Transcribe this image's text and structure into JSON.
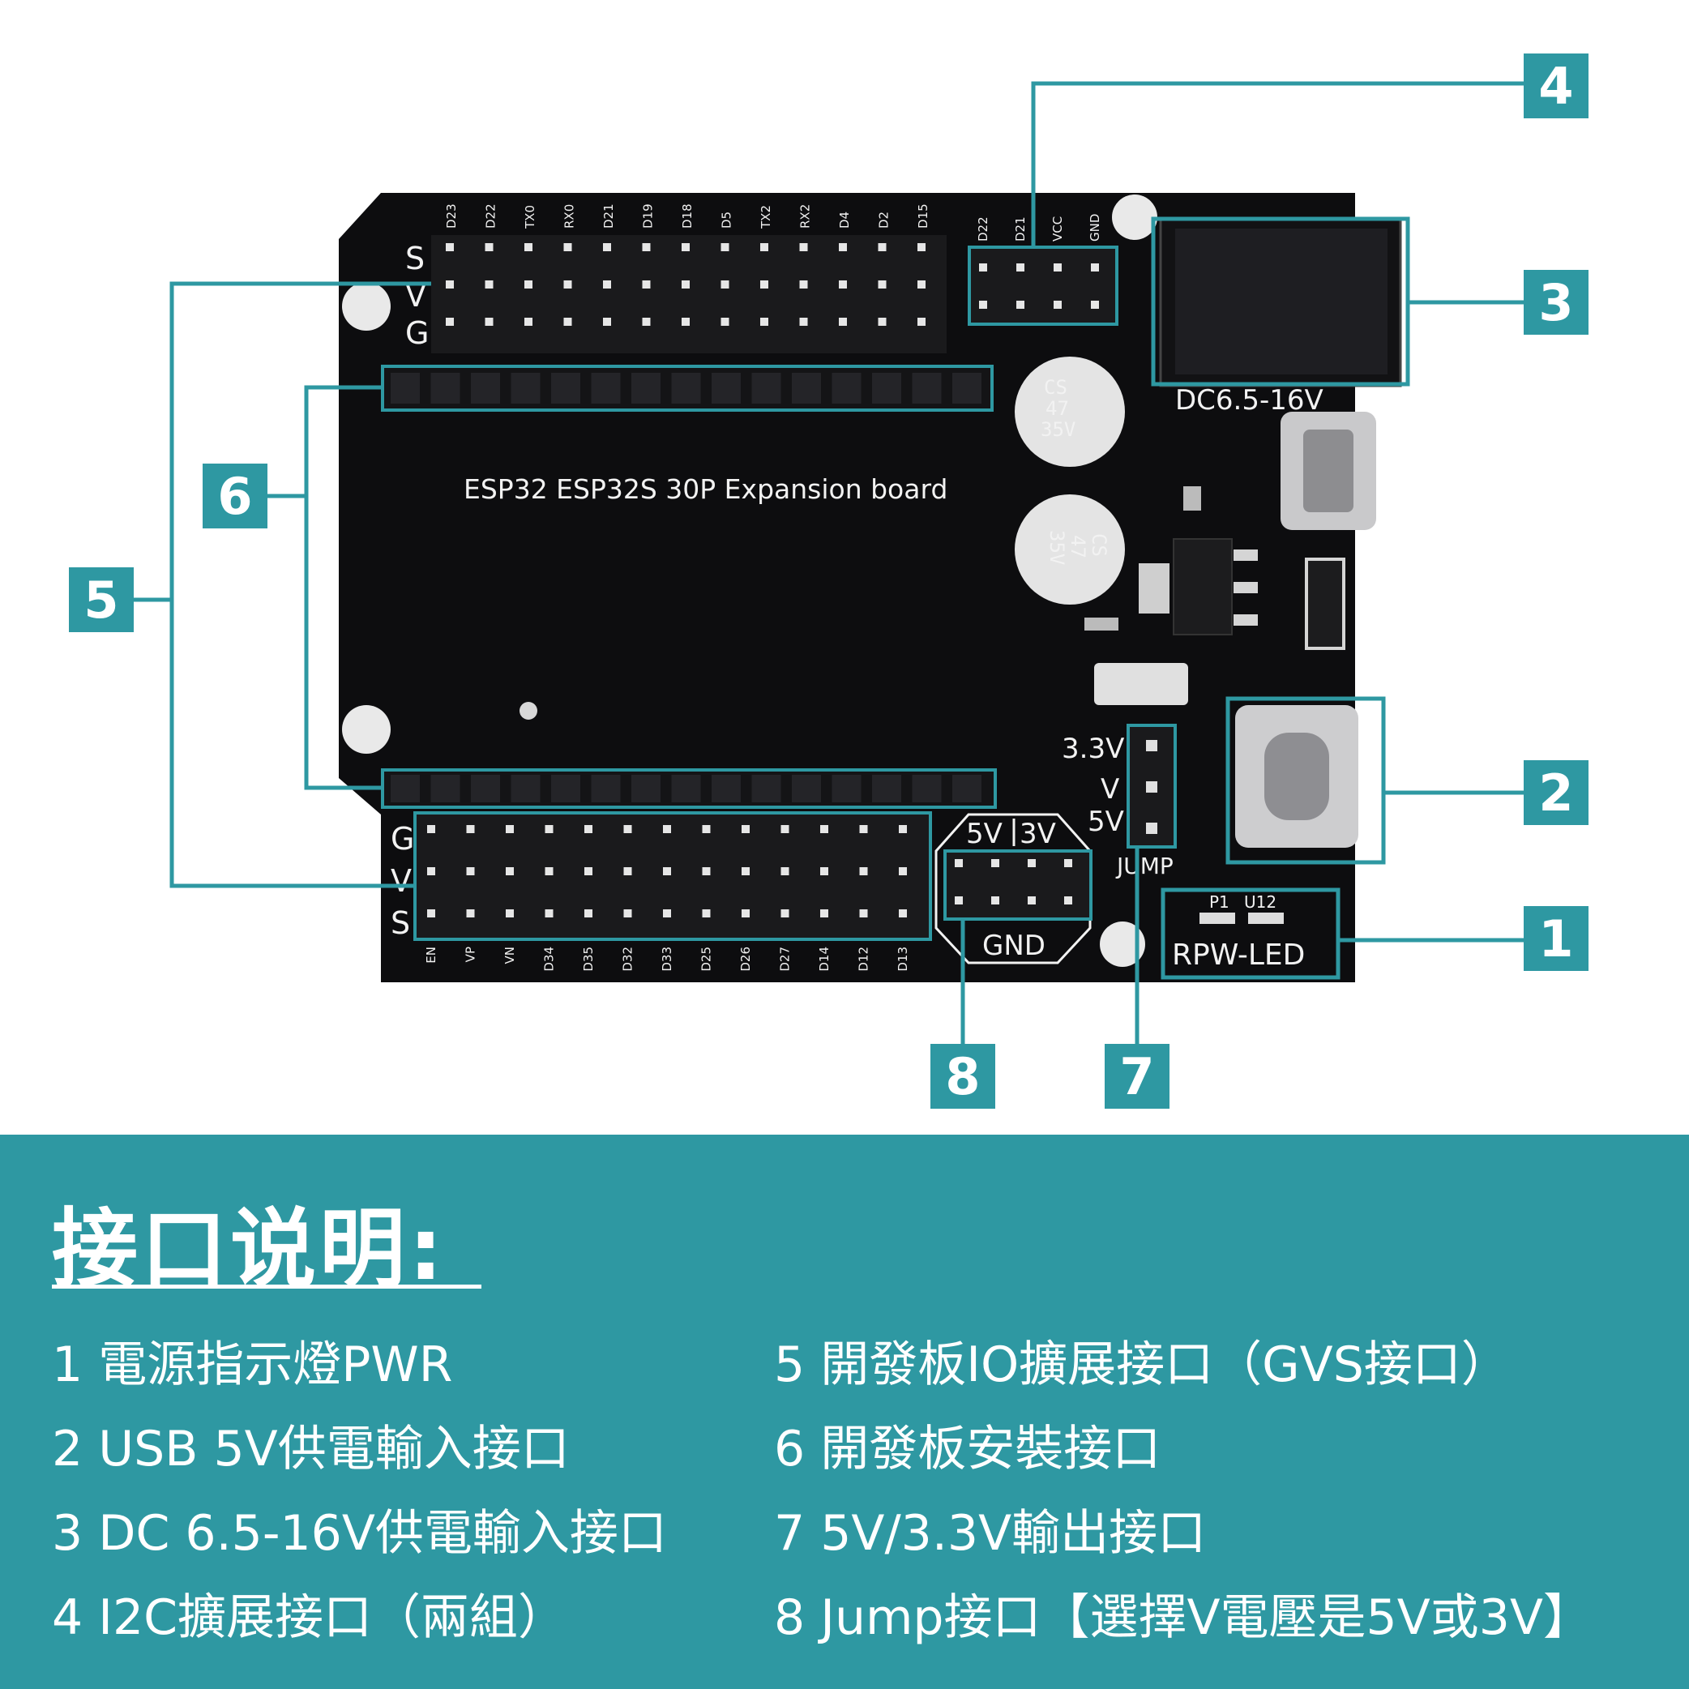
{
  "colors": {
    "accent": "#2e98a2",
    "board": "#0d0d0f",
    "silkscreen": "#f2f2f2",
    "background": "#ffffff"
  },
  "board": {
    "title": "ESP32 ESP32S 30P Expansion board",
    "top_pin_labels": [
      "D23",
      "D22",
      "TX0",
      "RX0",
      "D21",
      "D19",
      "D18",
      "D5",
      "TX2",
      "RX2",
      "D4",
      "D2",
      "D15"
    ],
    "i2c_pin_labels": [
      "D22",
      "D21",
      "VCC",
      "GND"
    ],
    "bottom_pin_labels": [
      "EN",
      "VP",
      "VN",
      "D34",
      "D35",
      "D32",
      "D33",
      "D25",
      "D26",
      "D27",
      "D14",
      "D12",
      "D13"
    ],
    "top_row_letters": [
      "S",
      "V",
      "G"
    ],
    "bottom_row_letters": [
      "G",
      "V",
      "S"
    ],
    "dc_jack_label": "DC6.5-16V",
    "capacitor_text": [
      "CS",
      "47",
      "35V"
    ],
    "jump_labels": [
      "3.3V",
      "V",
      "5V"
    ],
    "jump_title": "JUMP",
    "voltage_select_labels": [
      "5V",
      "3V"
    ],
    "gnd_label": "GND",
    "led_small_labels": [
      "P1",
      "U12"
    ],
    "led_label": "RPW-LED"
  },
  "callouts": [
    "1",
    "2",
    "3",
    "4",
    "5",
    "6",
    "7",
    "8"
  ],
  "legend": {
    "title": "接口说明:",
    "items_left": [
      "1 電源指示燈PWR",
      "2 USB 5V供電輸入接口",
      "3 DC 6.5-16V供電輸入接口",
      "4 I2C擴展接口（兩組）"
    ],
    "items_right": [
      "5 開發板IO擴展接口（GVS接口）",
      "6 開發板安裝接口",
      "7 5V/3.3V輸出接口",
      "8 Jump接口【選擇V電壓是5V或3V】"
    ]
  }
}
